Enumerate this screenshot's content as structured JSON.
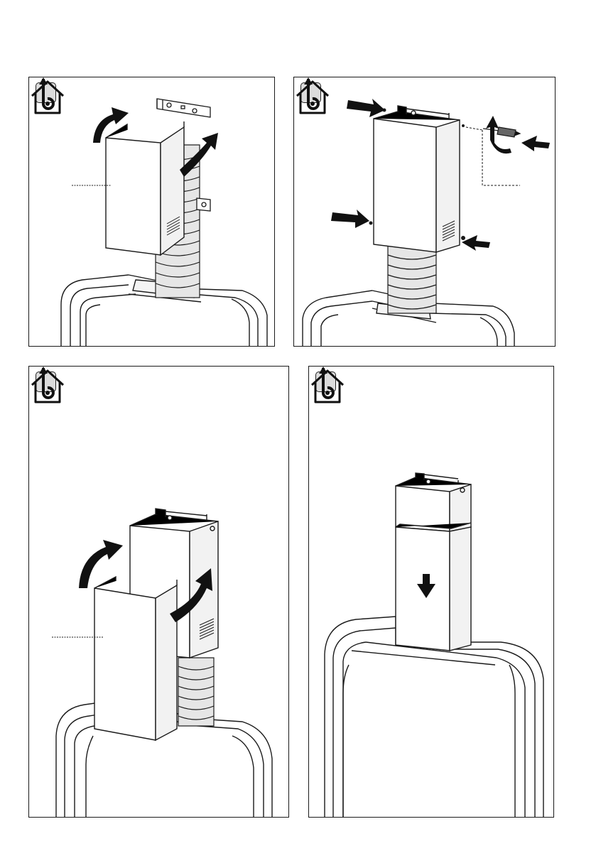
{
  "page": {
    "background": "#ffffff",
    "line_color": "#1a1a1a",
    "badge_fill": "#dcdcdc",
    "duct_fill": "#e6e6e6"
  },
  "icons": {
    "step_badge": "rounded-square-badge",
    "duct_mode": "house-fan-outlet-icon",
    "arrow": "curved-arrow-icon",
    "push": "push-arrow-icon",
    "tool": "screwdriver-icon"
  },
  "panels": [
    {
      "id": "panel-1",
      "step_number": ""
    },
    {
      "id": "panel-2",
      "step_number": ""
    },
    {
      "id": "panel-3",
      "step_number": ""
    },
    {
      "id": "panel-4",
      "step_number": ""
    }
  ]
}
